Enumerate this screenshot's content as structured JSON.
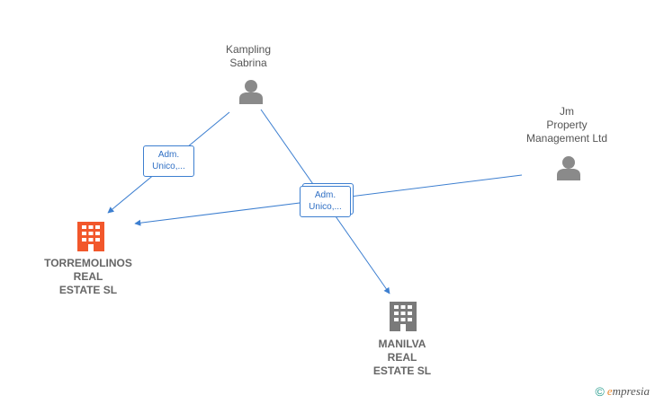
{
  "colors": {
    "edge": "#3d7fd0",
    "person_icon": "#8a8a8a",
    "company_root": "#f2572b",
    "company_other": "#7a7a7a"
  },
  "nodes": {
    "kampling": {
      "line1": "Kampling",
      "line2": "Sabrina",
      "icon": "person-icon"
    },
    "jm": {
      "line1": "Jm",
      "line2": "Property",
      "line3": "Management Ltd",
      "icon": "person-icon"
    },
    "torremolinos": {
      "line1": "TORREMOLINOS",
      "line2": "REAL",
      "line3": "ESTATE  SL",
      "icon": "building-icon"
    },
    "manilva": {
      "line1": "MANILVA",
      "line2": "REAL",
      "line3": "ESTATE  SL",
      "icon": "building-icon"
    }
  },
  "edges": {
    "label_left": {
      "line1": "Adm.",
      "line2": "Unico,..."
    },
    "label_center": {
      "line1": "Adm.",
      "line2": "Unico,..."
    }
  },
  "watermark": {
    "symbol": "©",
    "brand_initial": "e",
    "brand_rest": "mpresia"
  }
}
